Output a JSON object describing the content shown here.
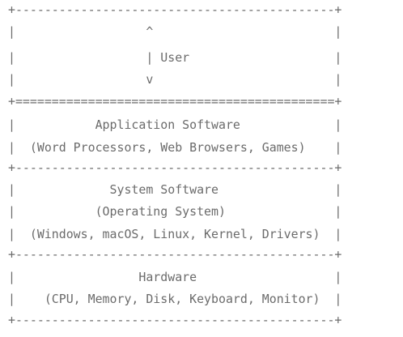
{
  "diagram": {
    "lines": [
      "+--------------------------------------------+",
      "|                  ^                         |",
      "|                  | User                    |",
      "|                  v                         |",
      "+============================================+",
      "|           Application Software             |",
      "|  (Word Processors, Web Browsers, Games)    |",
      "+--------------------------------------------+",
      "|             System Software                |",
      "|           (Operating System)               |",
      "|  (Windows, macOS, Linux, Kernel, Drivers)  |",
      "+--------------------------------------------+",
      "|                 Hardware                   |",
      "|    (CPU, Memory, Disk, Keyboard, Monitor)  |",
      "+--------------------------------------------+"
    ]
  }
}
